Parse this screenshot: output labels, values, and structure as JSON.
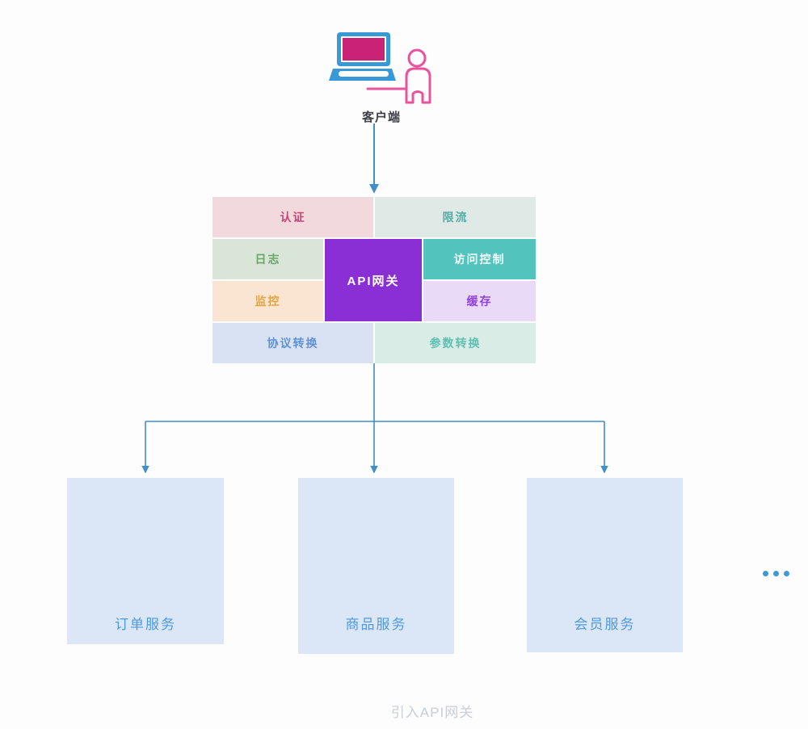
{
  "diagram": {
    "client": {
      "label": "客户端",
      "icon": "laptop-user-icon"
    },
    "gateway": {
      "core_label": "API网关",
      "features": {
        "auth": "认证",
        "rate_limit": "限流",
        "logging": "日志",
        "access_control": "访问控制",
        "monitoring": "监控",
        "cache": "缓存",
        "protocol_conversion": "协议转换",
        "parameter_conversion": "参数转换"
      }
    },
    "services": [
      {
        "label": "订单服务"
      },
      {
        "label": "商品服务"
      },
      {
        "label": "会员服务"
      }
    ],
    "more_services": "...",
    "caption": "引入API网关"
  },
  "colors": {
    "gateway_core_bg": "#8a2fd4",
    "auth_bg": "#f2d9de",
    "auth_text": "#c74576",
    "rate_limit_bg": "#dfe9e6",
    "rate_limit_text": "#55aca6",
    "logging_bg": "#d9e5d7",
    "logging_text": "#6aa86a",
    "access_control_bg": "#52c4bd",
    "monitoring_bg": "#fae5d2",
    "monitoring_text": "#e2a546",
    "cache_bg": "#e9daf8",
    "cache_text": "#8f41d9",
    "protocol_bg": "#d8e2f2",
    "protocol_text": "#5e91d5",
    "param_bg": "#d9ece5",
    "param_text": "#5fc0b2",
    "service_box_bg": "#dbe7f6",
    "service_text": "#4e9ade",
    "arrow": "#3f8fc8",
    "laptop_blue": "#3899d6",
    "laptop_screen_magenta": "#c82377",
    "person_pink": "#e8549b",
    "caption_text": "#c9ced6"
  }
}
